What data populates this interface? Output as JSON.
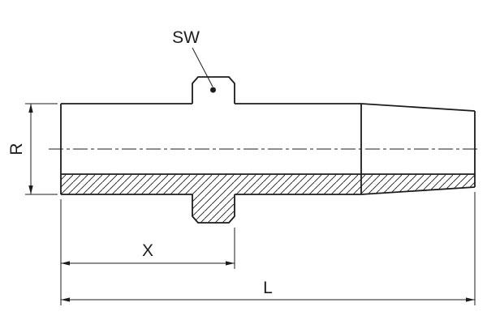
{
  "page": {
    "background": "#ffffff"
  },
  "drawing": {
    "line_color": "#1c1c1c",
    "labels": {
      "sw": "SW",
      "r": "R",
      "x": "X",
      "l": "L"
    }
  }
}
